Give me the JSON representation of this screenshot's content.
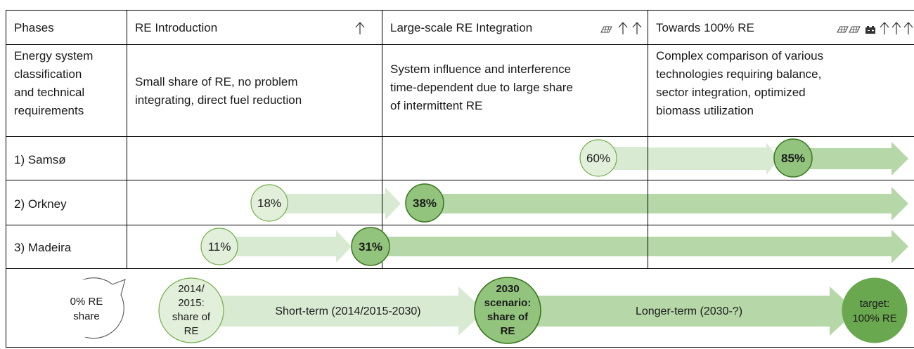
{
  "header": {
    "phases_label": "Phases",
    "phase1": "RE Introduction",
    "phase2": "Large-scale RE Integration",
    "phase3": "Towards 100% RE",
    "phase1_icons": [
      "wind-turbine-icon"
    ],
    "phase2_icons": [
      "solar-panel-icon",
      "wind-turbine-icon",
      "wind-turbine-icon"
    ],
    "phase3_icons": [
      "solar-panel-icon",
      "solar-panel-icon",
      "battery-icon",
      "wind-turbine-icon",
      "wind-turbine-icon",
      "wind-turbine-icon"
    ]
  },
  "classification": {
    "label": [
      "Energy system",
      "classification",
      "and technical",
      "requirements"
    ],
    "phase1": [
      "Small share of RE, no problem",
      "integrating, direct fuel reduction"
    ],
    "phase2": [
      "System influence and interference",
      "time-dependent due to large share",
      "of intermittent RE"
    ],
    "phase3": [
      "Complex comparison of various",
      "technologies requiring balance,",
      "sector integration, optimized",
      "biomass utilization"
    ]
  },
  "rows": [
    {
      "label": "1) Samsø",
      "start": "60%",
      "scenario": "85%"
    },
    {
      "label": "2) Orkney",
      "start": "18%",
      "scenario": "38%"
    },
    {
      "label": "3) Madeira",
      "start": "11%",
      "scenario": "31%"
    }
  ],
  "legend": {
    "zero": [
      "0% RE",
      "share"
    ],
    "baseline": [
      "2014/",
      "2015:",
      "share of",
      "RE"
    ],
    "short_term": "Short-term (2014/2015-2030)",
    "scenario": [
      "2030",
      "scenario:",
      "share of",
      "RE"
    ],
    "long_term": "Longer-term (2030-?)",
    "target": [
      "target:",
      "100% RE"
    ]
  },
  "colors": {
    "arrow_light": "#d9ead3",
    "arrow_mid": "#b6d7a8",
    "arrow_dark": "#a4c98f",
    "circle_light": "#e2efda",
    "circle_light_stroke": "#70ad47",
    "circle_dark": "#93c47d",
    "circle_dark_stroke": "#38761d",
    "target_fill": "#6aa84f",
    "grid": "#000000"
  }
}
